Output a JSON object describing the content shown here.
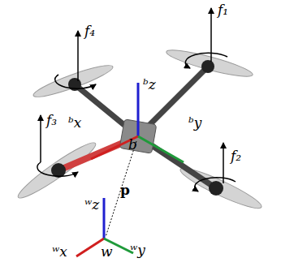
{
  "diagram": {
    "labels": [
      "f₄",
      "f₁",
      "f₃",
      "f₂",
      "ᵇz",
      "ᵇx",
      "b",
      "ᵇy",
      "p",
      "ʷz",
      "ʷx",
      "w",
      "ʷy"
    ]
  }
}
